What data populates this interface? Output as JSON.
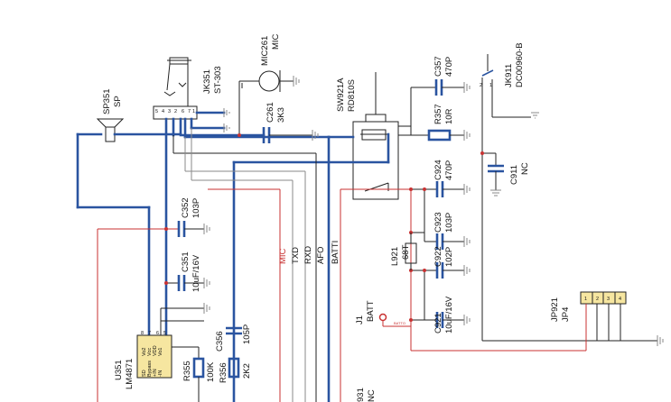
{
  "components": {
    "sp351": {
      "ref": "SP351",
      "value": "SP"
    },
    "mic261": {
      "ref": "MIC261",
      "value": "MIC"
    },
    "jk351": {
      "ref": "JK351",
      "value": "ST-303"
    },
    "c261": {
      "ref": "C261",
      "value": "3K3"
    },
    "sw921a": {
      "ref": "SW921A",
      "value": "RD810S"
    },
    "c357": {
      "ref": "C357",
      "value": "470P"
    },
    "r357": {
      "ref": "R357",
      "value": "10R"
    },
    "jk911": {
      "ref": "JK911",
      "value": "DC00960-B"
    },
    "c911": {
      "ref": "C911",
      "value": "NC"
    },
    "c924": {
      "ref": "C924",
      "value": "470P"
    },
    "c923": {
      "ref": "C923",
      "value": "103P"
    },
    "l921": {
      "ref": "L921",
      "value": "68T"
    },
    "c922": {
      "ref": "C922",
      "value": "102P"
    },
    "c921": {
      "ref": "C921",
      "value": "10uF/16V"
    },
    "c352": {
      "ref": "C352",
      "value": "103P"
    },
    "c351": {
      "ref": "C351",
      "value": "10uF/16V"
    },
    "c356": {
      "ref": "C356",
      "value": "105P"
    },
    "r355": {
      "ref": "R355",
      "value": "100K"
    },
    "r356": {
      "ref": "R356",
      "value": "2K2"
    },
    "u351": {
      "ref": "U351",
      "value": "LM4871"
    },
    "j1": {
      "ref": "J1",
      "value": "BATT"
    },
    "jp921": {
      "ref": "JP921",
      "value": "JP4"
    },
    "cut931": {
      "ref": "931",
      "value": "NC"
    }
  },
  "nets": {
    "mic": "MIC",
    "txd": "TXD",
    "rxd": "RXD",
    "afo": "AFO",
    "batti": "BATTI",
    "vbatt": "BATTO"
  },
  "pins": {
    "jk351": [
      "5",
      "4",
      "3",
      "2",
      "6",
      "7",
      "1"
    ],
    "jk911": [
      "2",
      "1"
    ],
    "jp921": [
      "1",
      "2",
      "3",
      "4"
    ],
    "u351": [
      "8",
      "7",
      "6",
      "5"
    ],
    "u351_pin_names": [
      "SD",
      "Bypass",
      "+IN",
      "-IN",
      "Vo2",
      "Vcc",
      "VDD",
      "Vo1"
    ]
  }
}
